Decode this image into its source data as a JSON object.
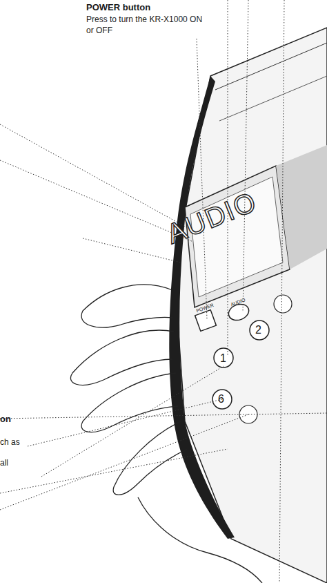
{
  "diagram": {
    "labels": [
      "POWER button",
      "Press to turn the KR-X1000 ON or OFF",
      "on",
      "ch as",
      "all",
      "AUDIO",
      "POWER",
      "AUDIO",
      "1",
      "2",
      "6"
    ]
  }
}
